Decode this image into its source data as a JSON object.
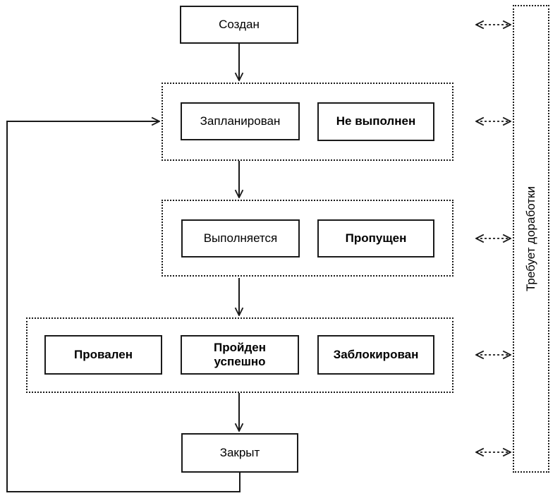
{
  "nodes": {
    "created": "Создан",
    "planned": "Запланирован",
    "not_executed": "Не выполнен",
    "in_progress": "Выполняется",
    "skipped": "Пропущен",
    "failed": "Провален",
    "passed": "Пройден успешно",
    "blocked": "Заблокирован",
    "closed": "Закрыт"
  },
  "side_panel": {
    "label": "Требует доработки"
  },
  "edges": {
    "flow": [
      "created -> planned-group",
      "planned-group -> in-progress-group",
      "in-progress-group -> result-group",
      "result-group -> closed",
      "closed -> planned-group (feedback loop)"
    ],
    "rework_links": [
      "created <-> rework",
      "planned-group <-> rework",
      "in-progress-group <-> rework",
      "result-group <-> rework",
      "closed <-> rework"
    ]
  },
  "colors": {
    "line": "#1a1a1a",
    "background": "#ffffff",
    "text": "#000000"
  }
}
